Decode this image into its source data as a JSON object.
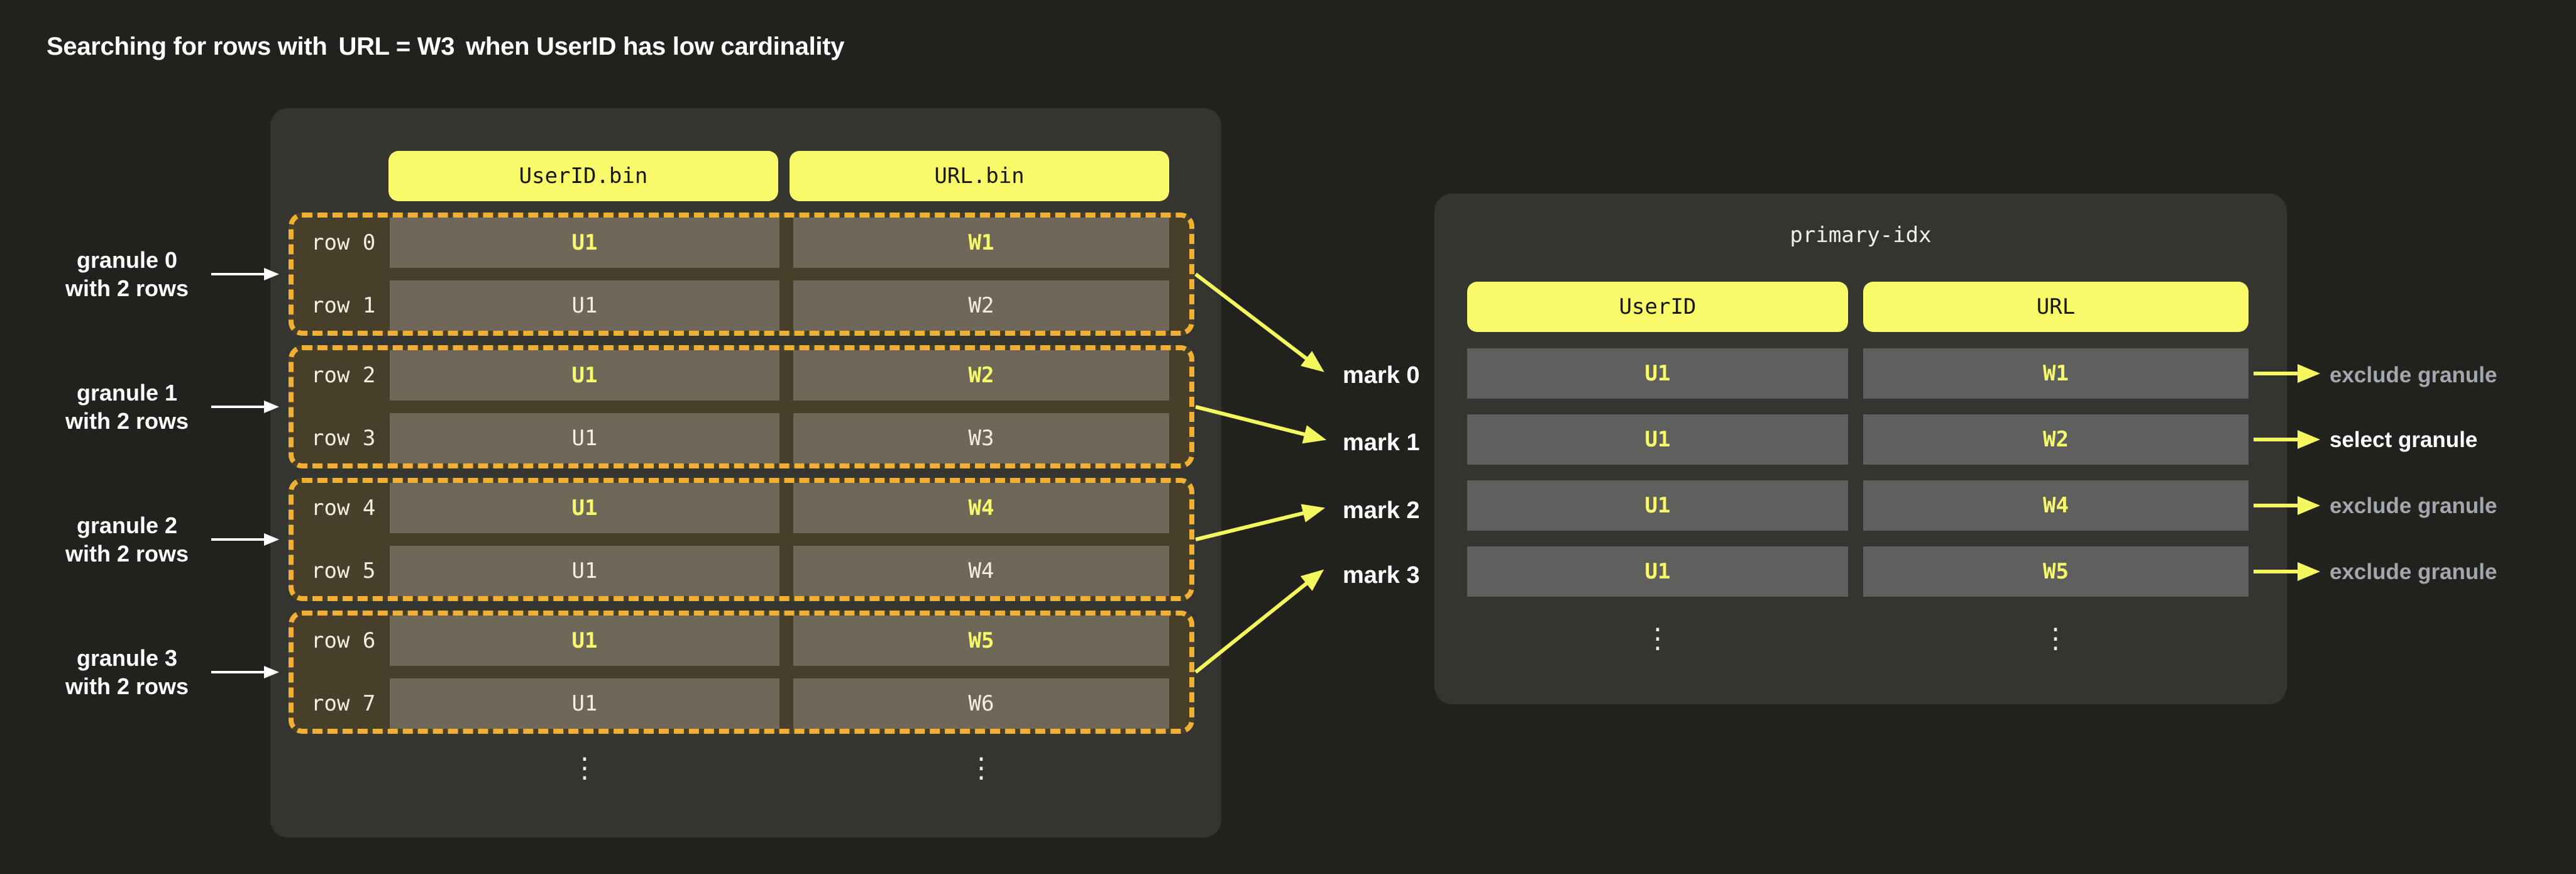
{
  "page": {
    "title_prefix": "Searching for rows with",
    "title_code": "URL = W3",
    "title_suffix": "when UserID has low cardinality"
  },
  "left_table": {
    "column_headers": {
      "user_id": "UserID.bin",
      "url": "URL.bin"
    },
    "granules": [
      {
        "label_line1": "granule 0",
        "label_line2": "with 2 rows",
        "mark": "mark 0",
        "rows": [
          {
            "label": "row 0",
            "user_id": "U1",
            "url": "W1"
          },
          {
            "label": "row 1",
            "user_id": "U1",
            "url": "W2"
          }
        ]
      },
      {
        "label_line1": "granule 1",
        "label_line2": "with 2 rows",
        "mark": "mark 1",
        "rows": [
          {
            "label": "row 2",
            "user_id": "U1",
            "url": "W2"
          },
          {
            "label": "row 3",
            "user_id": "U1",
            "url": "W3"
          }
        ]
      },
      {
        "label_line1": "granule 2",
        "label_line2": "with 2 rows",
        "mark": "mark 2",
        "rows": [
          {
            "label": "row 4",
            "user_id": "U1",
            "url": "W4"
          },
          {
            "label": "row 5",
            "user_id": "U1",
            "url": "W4"
          }
        ]
      },
      {
        "label_line1": "granule 3",
        "label_line2": "with 2 rows",
        "mark": "mark 3",
        "rows": [
          {
            "label": "row 6",
            "user_id": "U1",
            "url": "W5"
          },
          {
            "label": "row 7",
            "user_id": "U1",
            "url": "W6"
          }
        ]
      }
    ],
    "ellipsis": "⋮"
  },
  "primary_index": {
    "title": "primary-idx",
    "column_headers": {
      "user_id": "UserID",
      "url": "URL"
    },
    "rows": [
      {
        "user_id": "U1",
        "url": "W1",
        "result": "exclude granule",
        "selected": false
      },
      {
        "user_id": "U1",
        "url": "W2",
        "result": "select granule",
        "selected": true
      },
      {
        "user_id": "U1",
        "url": "W4",
        "result": "exclude granule",
        "selected": false
      },
      {
        "user_id": "U1",
        "url": "W5",
        "result": "exclude granule",
        "selected": false
      }
    ],
    "ellipsis": "⋮"
  },
  "colors": {
    "background": "#21211d",
    "panel": "#343431",
    "accent_yellow": "#f8fa6a",
    "dash_amber": "#f0b033",
    "granule_fill": "#473f29",
    "left_cell": "#6f6858",
    "right_cell": "#5f5f5d",
    "exclude_gray": "#a2a7ad",
    "select_white": "#ffffff"
  }
}
